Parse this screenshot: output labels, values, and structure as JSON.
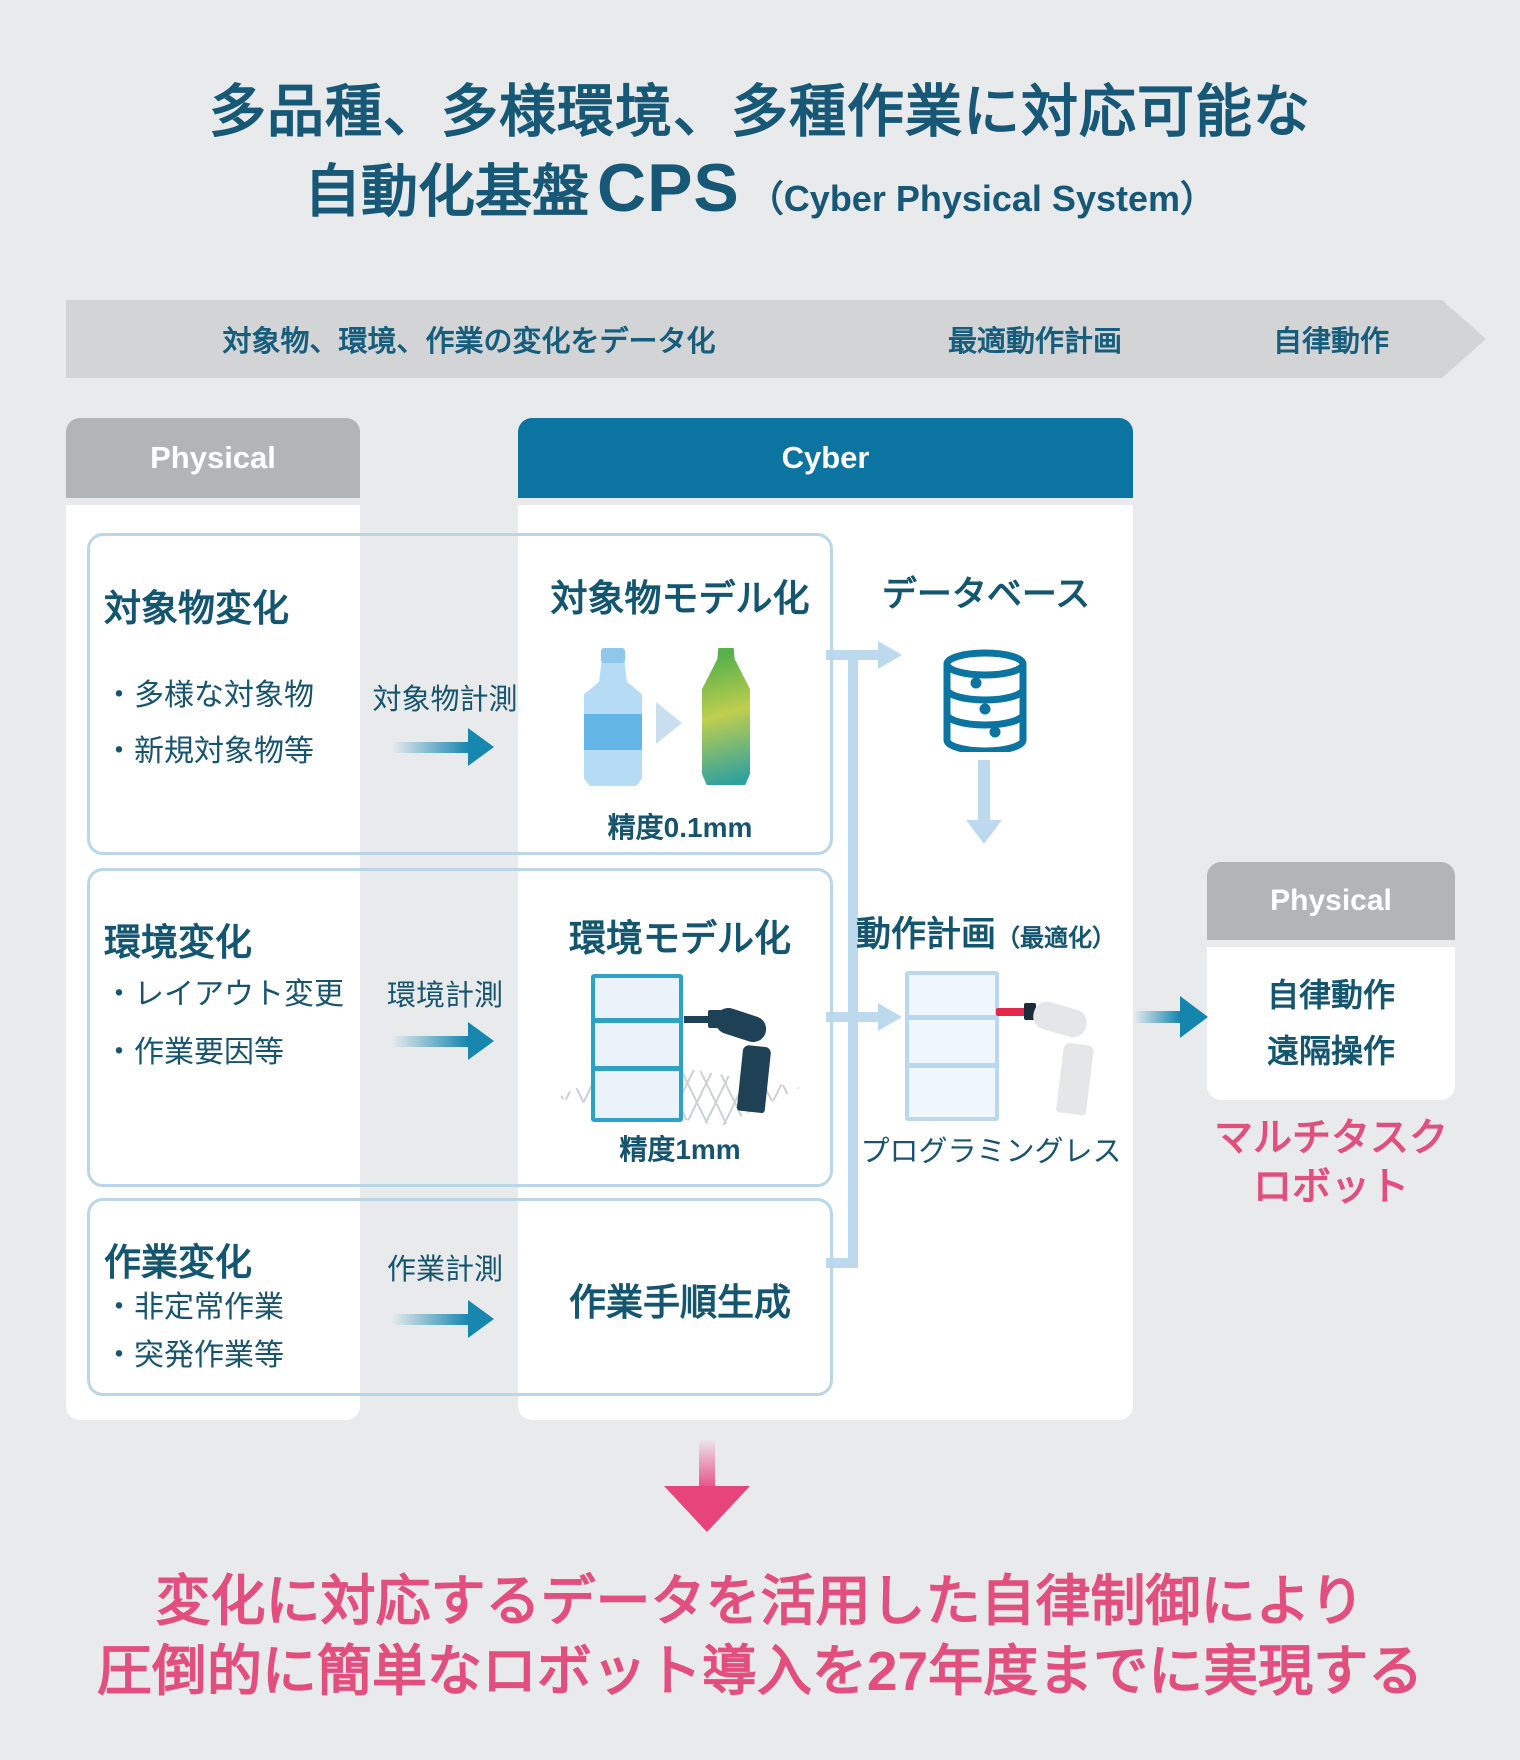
{
  "title": {
    "line1": "多品種、多様環境、多種作業に対応可能な",
    "line2_main": "自動化基盤",
    "line2_acronym": "CPS",
    "line2_sub": "（Cyber Physical System）"
  },
  "process_banner": {
    "steps": [
      {
        "label": "対象物、環境、作業の変化をデータ化"
      },
      {
        "label": "最適動作計画"
      },
      {
        "label": "自律動作"
      }
    ]
  },
  "physical_left": {
    "header": "Physical"
  },
  "cyber": {
    "header": "Cyber"
  },
  "rows": [
    {
      "heading": "対象物変化",
      "bullets": [
        "・多様な対象物",
        "・新規対象物等"
      ],
      "measure_label": "対象物計測",
      "model_heading": "対象物モデル化",
      "caption": "精度0.1mm"
    },
    {
      "heading": "環境変化",
      "bullets": [
        "・レイアウト変更",
        "・作業要因等"
      ],
      "measure_label": "環境計測",
      "model_heading": "環境モデル化",
      "caption": "精度1mm"
    },
    {
      "heading": "作業変化",
      "bullets": [
        "・非定常作業",
        "・突発作業等"
      ],
      "measure_label": "作業計測",
      "model_heading": "作業手順生成"
    }
  ],
  "cyber_right": {
    "database_heading": "データベース",
    "plan_heading": "動作計画",
    "plan_sub": "（最適化）",
    "plan_caption": "プログラミングレス"
  },
  "physical_right": {
    "header": "Physical",
    "line1": "自律動作",
    "line2": "遠隔操作",
    "highlight_line1": "マルチタスク",
    "highlight_line2": "ロボット"
  },
  "conclusion": {
    "line1": "変化に対応するデータを活用した自律制御により",
    "line2": "圧倒的に簡単なロボット導入を27年度までに実現する"
  },
  "icons": {
    "database": "database-icon",
    "robot_dark": "robot-arm-dark-icon",
    "robot_gray": "robot-arm-gray-icon",
    "bottle_blue": "pet-bottle-icon",
    "bottle_green": "modeled-bottle-icon",
    "down_arrow_pink": "down-arrow-icon"
  },
  "colors": {
    "background": "#E9EAEB",
    "teal_text": "#14566F",
    "cyber_blue": "#0B74A0",
    "header_gray": "#B2B4B6",
    "chevron_gray": "#D3D4D6",
    "box_border": "#B9D7E8",
    "connector_blue": "#BDD9EE",
    "arrow_teal": "#1787B0",
    "pink": "#E24E7D"
  }
}
